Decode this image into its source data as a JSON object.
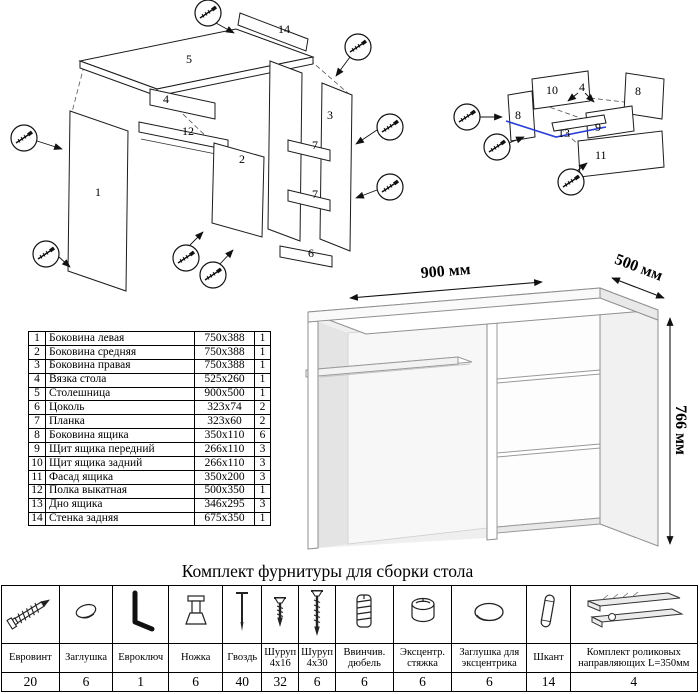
{
  "dimensions": {
    "width": "900 мм",
    "depth": "500 мм",
    "height": "766 мм"
  },
  "parts_table": {
    "rows": [
      {
        "num": "1",
        "name": "Боковина левая",
        "size": "750x388",
        "qty": "1"
      },
      {
        "num": "2",
        "name": "Боковина средняя",
        "size": "750x388",
        "qty": "1"
      },
      {
        "num": "3",
        "name": "Боковина правая",
        "size": "750x388",
        "qty": "1"
      },
      {
        "num": "4",
        "name": "Вязка стола",
        "size": "525x260",
        "qty": "1"
      },
      {
        "num": "5",
        "name": "Столешница",
        "size": "900x500",
        "qty": "1"
      },
      {
        "num": "6",
        "name": "Цоколь",
        "size": "323x74",
        "qty": "2"
      },
      {
        "num": "7",
        "name": "Планка",
        "size": "323x60",
        "qty": "2"
      },
      {
        "num": "8",
        "name": "Боковина ящика",
        "size": "350x110",
        "qty": "6"
      },
      {
        "num": "9",
        "name": "Щит ящика передний",
        "size": "266x110",
        "qty": "3"
      },
      {
        "num": "10",
        "name": "Щит ящика задний",
        "size": "266x110",
        "qty": "3"
      },
      {
        "num": "11",
        "name": "Фасад ящика",
        "size": "350x200",
        "qty": "3"
      },
      {
        "num": "12",
        "name": "Полка выкатная",
        "size": "500x350",
        "qty": "1"
      },
      {
        "num": "13",
        "name": "Дно ящика",
        "size": "346x295",
        "qty": "3"
      },
      {
        "num": "14",
        "name": "Стенка задняя",
        "size": "675x350",
        "qty": "1"
      }
    ]
  },
  "hardware": {
    "title": "Комплект фурнитуры для сборки стола",
    "items": [
      {
        "icon": "euro-screw-icon",
        "name": "Евровинт",
        "qty": "20"
      },
      {
        "icon": "plug-icon",
        "name": "Заглушка",
        "qty": "6"
      },
      {
        "icon": "hex-key-icon",
        "name": "Евроключ",
        "qty": "1"
      },
      {
        "icon": "leg-icon",
        "name": "Ножка",
        "qty": "6"
      },
      {
        "icon": "nail-icon",
        "name": "Гвоздь",
        "qty": "40"
      },
      {
        "icon": "screw-4x16-icon",
        "name": "Шуруп 4х16",
        "qty": "32"
      },
      {
        "icon": "screw-4x30-icon",
        "name": "Шуруп 4х30",
        "qty": "6"
      },
      {
        "icon": "threaded-dowel-icon",
        "name": "Ввинчив. дюбель",
        "qty": "6"
      },
      {
        "icon": "cam-lock-icon",
        "name": "Эксцентр. стяжка",
        "qty": "6"
      },
      {
        "icon": "cam-cover-icon",
        "name": "Заглушка для эксцентрика",
        "qty": "6"
      },
      {
        "icon": "wood-dowel-icon",
        "name": "Шкант",
        "qty": "14"
      },
      {
        "icon": "roller-guides-icon",
        "name": "Комплект роликовых направляющих L=350мм",
        "qty": "4"
      }
    ]
  },
  "diagram_left": {
    "labels": [
      "5",
      "14",
      "1",
      "2",
      "3",
      "4",
      "6",
      "7",
      "7",
      "12"
    ]
  },
  "diagram_right": {
    "labels": [
      "10",
      "8",
      "8",
      "9",
      "13",
      "11",
      "4"
    ]
  }
}
